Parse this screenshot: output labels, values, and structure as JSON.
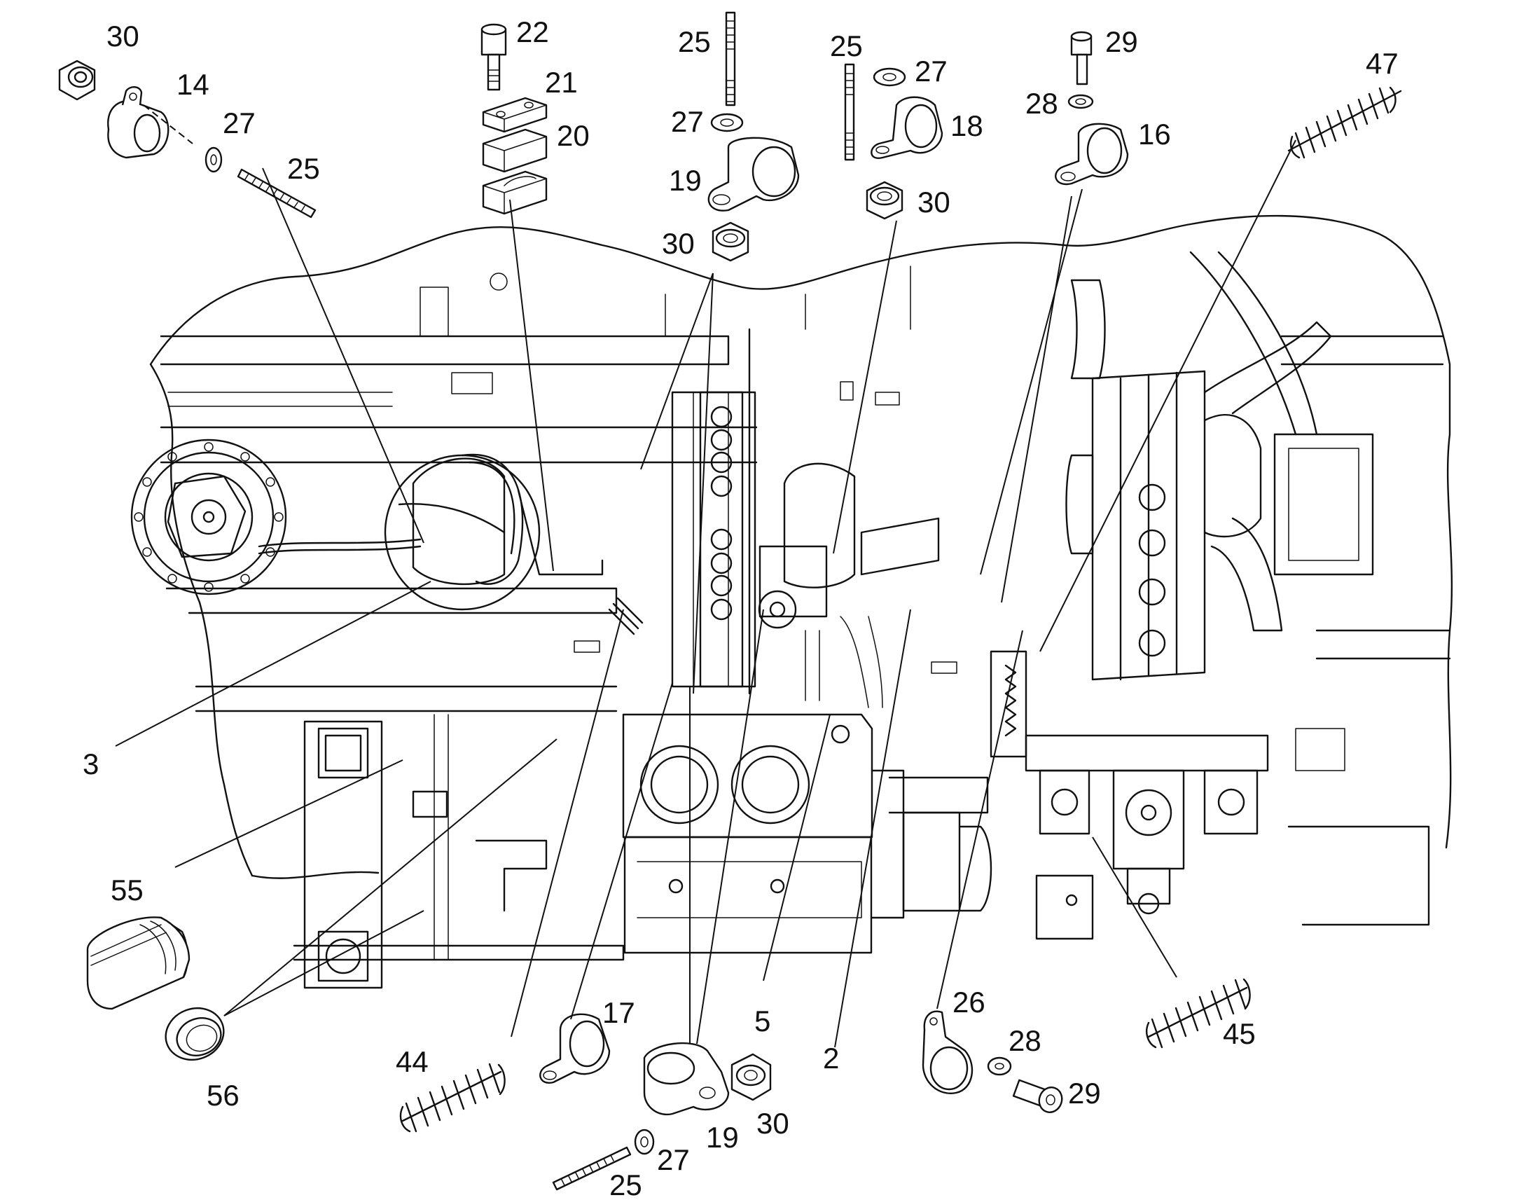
{
  "callouts": [
    {
      "id": "c-30-tl",
      "text": "30"
    },
    {
      "id": "c-14",
      "text": "14"
    },
    {
      "id": "c-27-l",
      "text": "27"
    },
    {
      "id": "c-25-l",
      "text": "25"
    },
    {
      "id": "c-22",
      "text": "22"
    },
    {
      "id": "c-21",
      "text": "21"
    },
    {
      "id": "c-20",
      "text": "20"
    },
    {
      "id": "c-25-t1",
      "text": "25"
    },
    {
      "id": "c-27-t1",
      "text": "27"
    },
    {
      "id": "c-19-t",
      "text": "19"
    },
    {
      "id": "c-30-t1",
      "text": "30"
    },
    {
      "id": "c-25-t2",
      "text": "25"
    },
    {
      "id": "c-27-t2",
      "text": "27"
    },
    {
      "id": "c-18",
      "text": "18"
    },
    {
      "id": "c-30-t2",
      "text": "30"
    },
    {
      "id": "c-29-t",
      "text": "29"
    },
    {
      "id": "c-28-t",
      "text": "28"
    },
    {
      "id": "c-16",
      "text": "16"
    },
    {
      "id": "c-47",
      "text": "47"
    },
    {
      "id": "c-3",
      "text": "3"
    },
    {
      "id": "c-55",
      "text": "55"
    },
    {
      "id": "c-56",
      "text": "56"
    },
    {
      "id": "c-44",
      "text": "44"
    },
    {
      "id": "c-17",
      "text": "17"
    },
    {
      "id": "c-5",
      "text": "5"
    },
    {
      "id": "c-2",
      "text": "2"
    },
    {
      "id": "c-19-b",
      "text": "19"
    },
    {
      "id": "c-30-b",
      "text": "30"
    },
    {
      "id": "c-27-b",
      "text": "27"
    },
    {
      "id": "c-25-b",
      "text": "25"
    },
    {
      "id": "c-26",
      "text": "26"
    },
    {
      "id": "c-28-b",
      "text": "28"
    },
    {
      "id": "c-29-b",
      "text": "29"
    },
    {
      "id": "c-45",
      "text": "45"
    }
  ]
}
